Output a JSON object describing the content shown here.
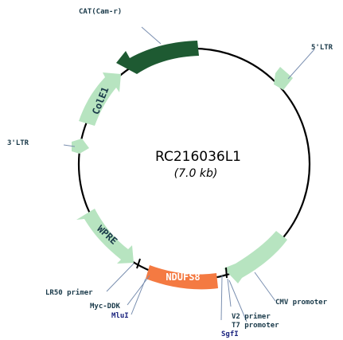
{
  "plasmid": {
    "name": "RC216036L1",
    "size": "(7.0 kb)"
  },
  "features": {
    "cat": "CAT(Cam-r)",
    "ltr5": "5'LTR",
    "cole1": "ColE1",
    "ltr3": "3'LTR",
    "wpre": "WPRE",
    "ndufs8": "NDUFS8",
    "cmv": "CMV promoter",
    "lr50": "LR50 primer",
    "mycddk": "Myc-DDK",
    "mlui": "MluI",
    "sgfi": "SgfI",
    "v2": "V2 primer",
    "t7": "T7 promoter"
  },
  "colors": {
    "dark_feature": "#1e5a32",
    "light_feature": "#b7e4c0",
    "insert": "#f47a42",
    "backbone": "#000000",
    "label": "#1a3a4a",
    "enzyme": "#1a237e",
    "leader": "#7a8fb0"
  }
}
